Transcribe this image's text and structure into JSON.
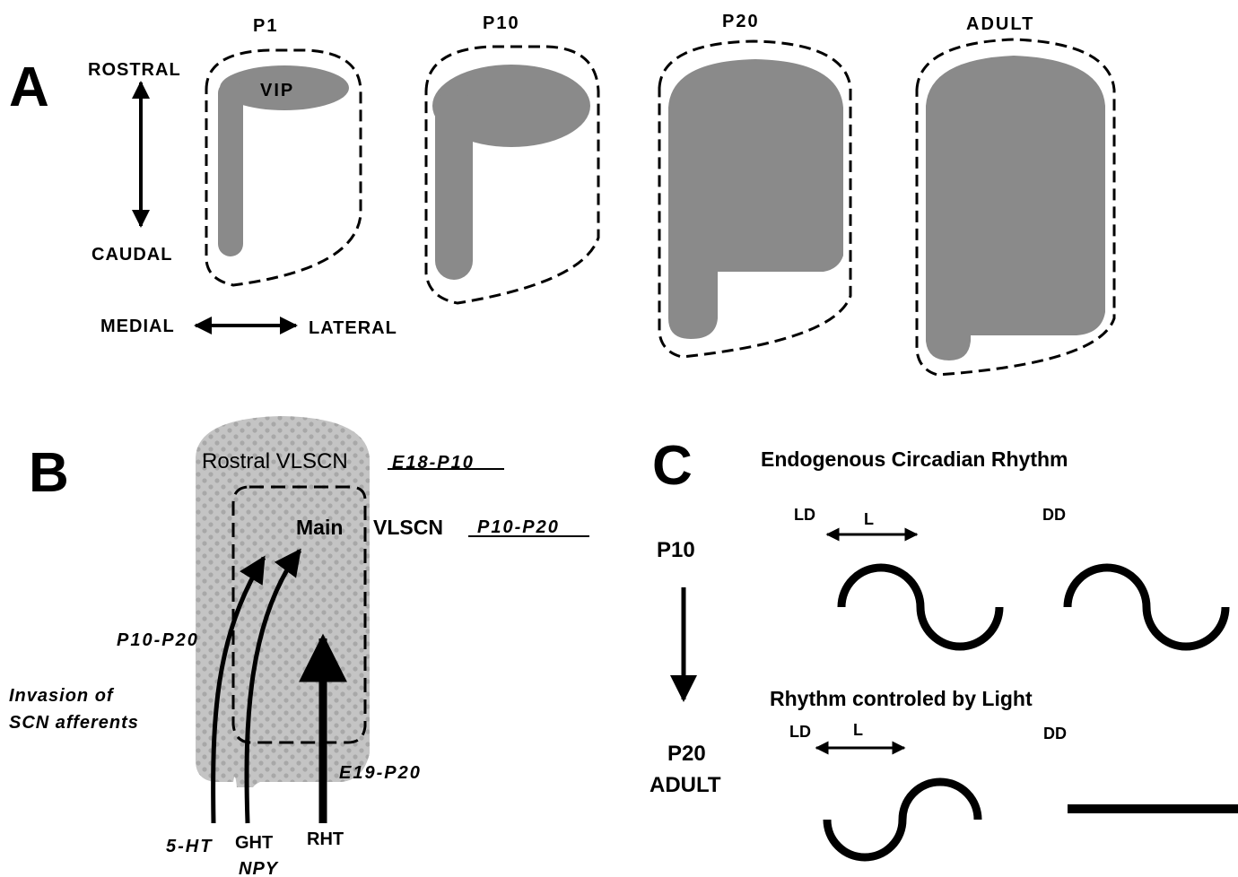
{
  "panels": {
    "a": {
      "letter": "A",
      "axis_rostral": "ROSTRAL",
      "axis_caudal": "CAUDAL",
      "axis_medial": "MEDIAL",
      "axis_lateral": "LATERAL",
      "vip_label": "VIP",
      "stages": [
        "P1",
        "P10",
        "P20",
        "ADULT"
      ]
    },
    "b": {
      "letter": "B",
      "rostral_vlscn": "Rostral   VLSCN",
      "rostral_period": "E18-P10",
      "main": "Main",
      "main_vlscn": "VLSCN",
      "main_period": "P10-P20",
      "afferent_period": "P10-P20",
      "invasion_line1": "Invasion  of",
      "invasion_line2": "SCN    afferents",
      "rht_period": "E19-P20",
      "afferents": [
        "5-HT",
        "GHT",
        "RHT"
      ],
      "ght_sub": "NPY"
    },
    "c": {
      "letter": "C",
      "top_title": "Endogenous   Circadian   Rhythm",
      "bottom_title": "Rhythm   controled   by   Light",
      "ld": "LD",
      "l": "L",
      "dd": "DD",
      "start_stage": "P10",
      "end_stage_1": "P20",
      "end_stage_2": "ADULT"
    }
  },
  "colors": {
    "fill": "#8a8a8a",
    "b_fill": "#c4c4c4",
    "ink": "#000000"
  }
}
